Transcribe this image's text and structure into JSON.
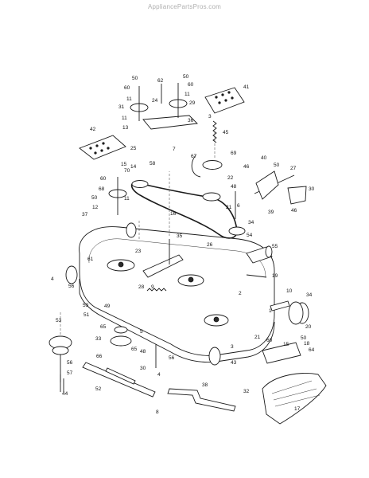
{
  "watermark": "AppliancePartsPros.com",
  "callouts": [
    "50",
    "62",
    "50",
    "60",
    "24",
    "60",
    "11",
    "41",
    "31",
    "29",
    "11",
    "11",
    "36",
    "3",
    "13",
    "45",
    "42",
    "7",
    "25",
    "69",
    "58",
    "67",
    "15",
    "40",
    "60",
    "70",
    "22",
    "46",
    "50",
    "27",
    "68",
    "48",
    "14",
    "50",
    "21",
    "12",
    "11",
    "16",
    "39",
    "30",
    "46",
    "37",
    "34",
    "6",
    "26",
    "55",
    "35",
    "54",
    "61",
    "23",
    "56",
    "19",
    "9",
    "4",
    "10",
    "28",
    "34",
    "1",
    "20",
    "21",
    "2",
    "53",
    "59",
    "49",
    "65",
    "51",
    "5",
    "48",
    "33",
    "65",
    "15",
    "50",
    "18",
    "64",
    "60",
    "30",
    "66",
    "3",
    "43",
    "56",
    "56",
    "57",
    "4",
    "52",
    "38",
    "32",
    "17",
    "8",
    "44"
  ]
}
